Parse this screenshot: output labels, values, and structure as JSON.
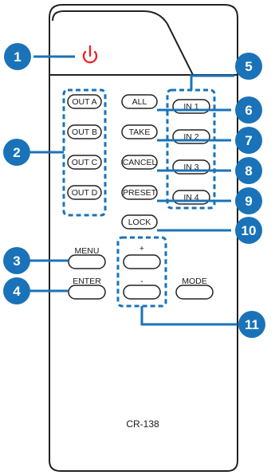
{
  "device": {
    "model": "CR-138",
    "power_label": "power button",
    "power_color": "#e8262a"
  },
  "colors": {
    "callout": "#1a73b8",
    "outline": "#222222",
    "button_fill": "#ffffff"
  },
  "buttons": {
    "out_a": "OUT A",
    "out_b": "OUT B",
    "out_c": "OUT C",
    "out_d": "OUT D",
    "all": "ALL",
    "take": "TAKE",
    "cancel": "CANCEL",
    "preset": "PRESET",
    "lock": "LOCK",
    "in_1": "IN 1",
    "in_2": "IN 2",
    "in_3": "IN 3",
    "in_4": "IN 4",
    "menu": "MENU",
    "enter": "ENTER",
    "plus": "+",
    "minus": "-",
    "mode": "MODE"
  },
  "callouts": [
    "1",
    "2",
    "3",
    "4",
    "5",
    "6",
    "7",
    "8",
    "9",
    "10",
    "11"
  ]
}
